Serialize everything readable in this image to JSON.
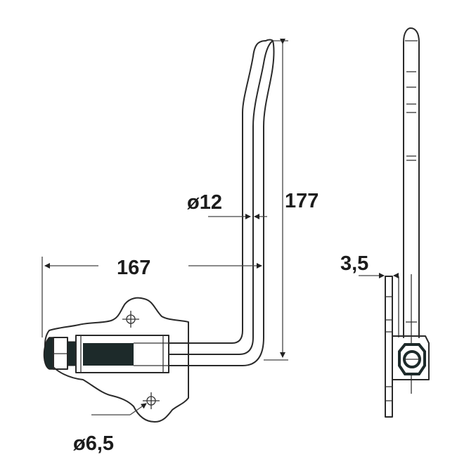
{
  "drawing": {
    "subject": "spring-loaded latch pin with bent handle and mounting plate",
    "views": [
      "front-view",
      "side-view"
    ],
    "line_color": "#2a2a2a",
    "background": "#ffffff"
  },
  "dimensions": {
    "height": "177",
    "length": "167",
    "rod_diameter": "ø12",
    "hole_diameter": "ø6,5",
    "plate_thickness": "3,5"
  }
}
